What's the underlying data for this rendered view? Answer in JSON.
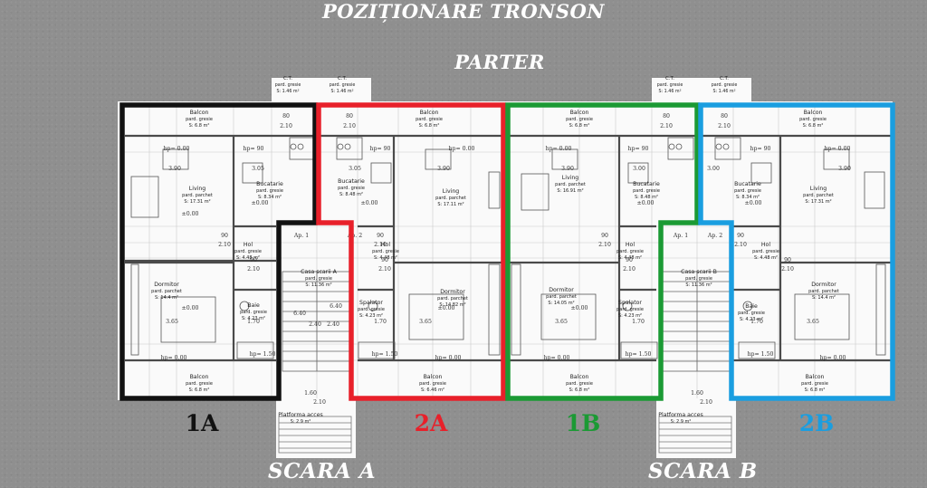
{
  "title": {
    "line1": "POZIȚIONARE TRONSON",
    "line2": "PARTER"
  },
  "colors": {
    "1A": "#000000",
    "2A": "#e8202a",
    "1B": "#1ea23a",
    "2B": "#1a9ee0"
  },
  "apartments": [
    {
      "label": "1A",
      "color": "#111111"
    },
    {
      "label": "2A",
      "color": "#e8202a"
    },
    {
      "label": "1B",
      "color": "#1b9a34"
    },
    {
      "label": "2B",
      "color": "#1a9ee0"
    }
  ],
  "stairs": [
    "SCARA A",
    "SCARA B"
  ],
  "ct_labels": [
    {
      "t1": "C.T.",
      "t2": "pard. gresie",
      "t3": "S: 1.46 m²"
    },
    {
      "t1": "C.T.",
      "t2": "pard. gresie",
      "t3": "S: 1.46 m²"
    },
    {
      "t1": "C.T.",
      "t2": "pard. gresie",
      "t3": "S: 1.46 m²"
    },
    {
      "t1": "C.T.",
      "t2": "pard. gresie",
      "t3": "S: 1.46 m²"
    }
  ],
  "rooms": [
    {
      "name": "Balcon",
      "floor": "pard. gresie",
      "area": "S: 6.8 m²"
    },
    {
      "name": "Balcon",
      "floor": "pard. gresie",
      "area": "S: 6.8 m²"
    },
    {
      "name": "Balcon",
      "floor": "pard. gresie",
      "area": "S: 6.8 m²"
    },
    {
      "name": "Balcon",
      "floor": "pard. gresie",
      "area": "S: 6.8 m²"
    },
    {
      "name": "Living",
      "floor": "pard. parchet",
      "area": "S: 17.31 m²"
    },
    {
      "name": "Bucatarie",
      "floor": "pard. gresie",
      "area": "S: 8.34 m²"
    },
    {
      "name": "Bucatarie",
      "floor": "pard. gresie",
      "area": "S: 8.48 m²"
    },
    {
      "name": "Living",
      "floor": "pard. parchet",
      "area": "S: 17.11 m²"
    },
    {
      "name": "Living",
      "floor": "pard. parchet",
      "area": "S: 16.91 m²"
    },
    {
      "name": "Bucatarie",
      "floor": "pard. gresie",
      "area": "S: 8.48 m²"
    },
    {
      "name": "Bucatarie",
      "floor": "pard. gresie",
      "area": "S: 8.34 m²"
    },
    {
      "name": "Living",
      "floor": "pard. parchet",
      "area": "S: 17.31 m²"
    },
    {
      "name": "Hol",
      "floor": "pard. gresie",
      "area": "S: 4.48 m²"
    },
    {
      "name": "Hol",
      "floor": "pard. gresie",
      "area": "S: 4.48 m²"
    },
    {
      "name": "Hol",
      "floor": "pard. gresie",
      "area": "S: 4.48 m²"
    },
    {
      "name": "Hol",
      "floor": "pard. gresie",
      "area": "S: 4.48 m²"
    },
    {
      "name": "Casa scarii A",
      "floor": "pard. gresie",
      "area": "S: 11.36 m²"
    },
    {
      "name": "Casa scarii B",
      "floor": "pard. gresie",
      "area": "S: 11.36 m²"
    },
    {
      "name": "Dormitor",
      "floor": "pard. parchet",
      "area": "S: 14.4 m²"
    },
    {
      "name": "Baie",
      "floor": "pard. gresie",
      "area": "S: 4.23 m²"
    },
    {
      "name": "Spalator",
      "floor": "pard. gresie",
      "area": "S: 4.23 m²"
    },
    {
      "name": "Dormitor",
      "floor": "pard. parchet",
      "area": "S: 14.82 m²"
    },
    {
      "name": "Dormitor",
      "floor": "pard. parchet",
      "area": "S: 14.05 m²"
    },
    {
      "name": "Spalator",
      "floor": "pard. gresie",
      "area": "S: 4.23 m²"
    },
    {
      "name": "Baie",
      "floor": "pard. gresie",
      "area": "S: 4.23 m²"
    },
    {
      "name": "Dormitor",
      "floor": "pard. parchet",
      "area": "S: 14.4 m²"
    },
    {
      "name": "Balcon",
      "floor": "pard. gresie",
      "area": "S: 6.8 m²"
    },
    {
      "name": "Balcon",
      "floor": "pard. gresie",
      "area": "S: 6.46 m²"
    },
    {
      "name": "Balcon",
      "floor": "pard. gresie",
      "area": "S: 6.8 m²"
    },
    {
      "name": "Balcon",
      "floor": "pard. gresie",
      "area": "S: 6.8 m²"
    },
    {
      "name": "Platforma acces",
      "floor": "",
      "area": "S: 2.9 m²"
    },
    {
      "name": "Platforma acces",
      "floor": "",
      "area": "S: 2.9 m²"
    }
  ],
  "dims": [
    "hp= 0.00",
    "hp= 90",
    "hp= 90",
    "hp= 0.00",
    "hp= 0.00",
    "hp= 90",
    "hp= 90",
    "hp= 0.00",
    "hp= 0.00",
    "hp= 1.50",
    "hp= 1.50",
    "hp= 0.00",
    "hp= 0.00",
    "hp= 1.50",
    "hp= 1.50",
    "hp= 0.00",
    "80",
    "2.10",
    "80",
    "2.10",
    "80",
    "2.10",
    "80",
    "2.10",
    "90",
    "2.10",
    "90",
    "2.10",
    "90",
    "2.10",
    "90",
    "2.10",
    "90",
    "2.10",
    "90",
    "2.10",
    "90",
    "2.10",
    "90",
    "2.10",
    "3.05",
    "3.05",
    "3.00",
    "3.00",
    "3.90",
    "3.90",
    "3.90",
    "3.90",
    "3.65",
    "3.65",
    "3.65",
    "3.65",
    "1.70",
    "1.70",
    "1.70",
    "1.70",
    "Ap. 1",
    "Ap. 2",
    "Ap. 1",
    "Ap. 2",
    "±0.00",
    "±0.00",
    "±0.00",
    "±0.00",
    "±0.00",
    "±0.00",
    "±0.00",
    "±0.00",
    "6.40",
    "6.40",
    "2.40",
    "2.40",
    "1.60",
    "1.60",
    "2.10",
    "2.10"
  ]
}
